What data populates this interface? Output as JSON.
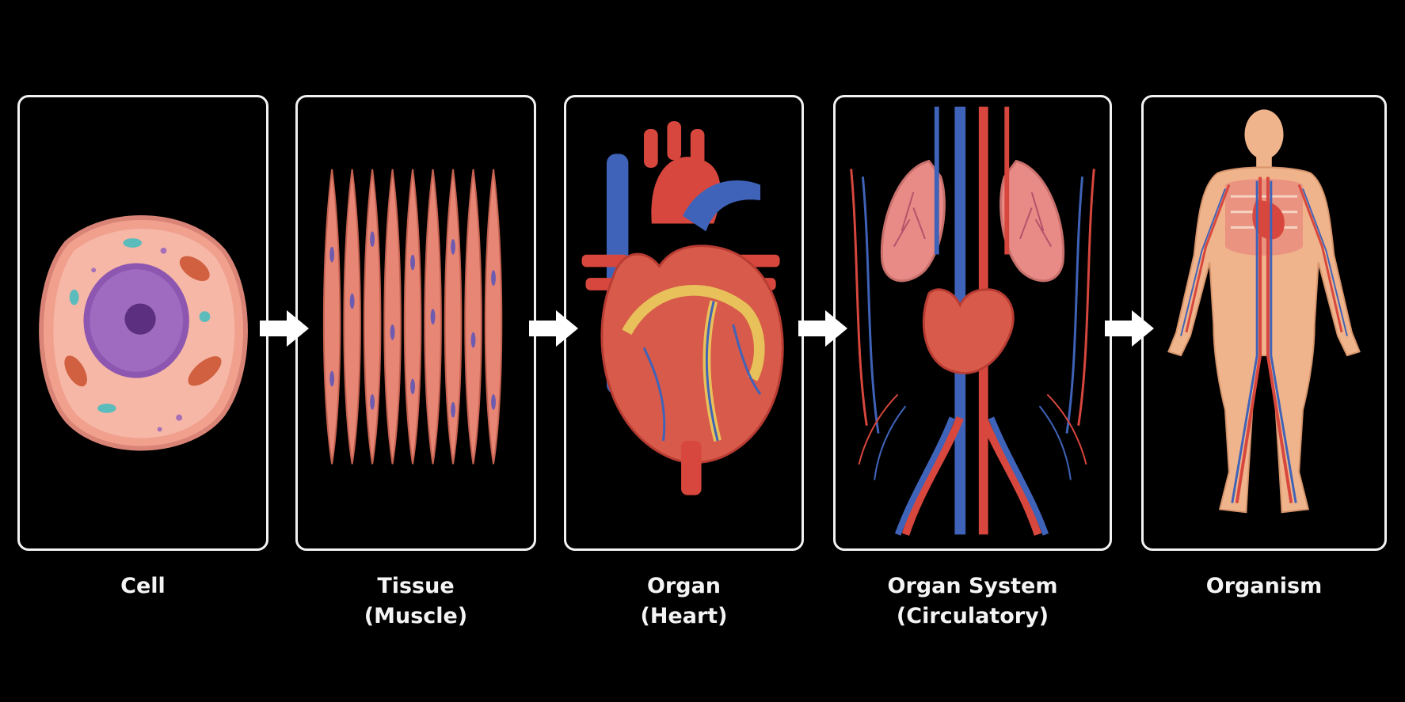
{
  "colors": {
    "background": "#000000",
    "panel_border": "#f2f2f2",
    "label_text": "#f4f4f4",
    "artery_red": "#d8473d",
    "vein_blue": "#3f63b8",
    "cell_pink": "#f1a08e",
    "nucleus_purple": "#8d56b0",
    "skin_tone": "#f0b48c",
    "lung_pink": "#e88a86"
  },
  "stages": [
    {
      "icon": "cell-icon",
      "label_lines": [
        "Cell"
      ]
    },
    {
      "icon": "muscle-tissue-icon",
      "label_lines": [
        "Tissue",
        "(Muscle)"
      ]
    },
    {
      "icon": "heart-icon",
      "label_lines": [
        "Organ",
        "(Heart)"
      ]
    },
    {
      "icon": "circulatory-system-icon",
      "label_lines": [
        "Organ System",
        "(Circulatory)"
      ]
    },
    {
      "icon": "human-body-icon",
      "label_lines": [
        "Organism"
      ]
    }
  ],
  "arrows": [
    {
      "icon": "arrow-right-icon"
    },
    {
      "icon": "arrow-right-icon"
    },
    {
      "icon": "arrow-right-icon"
    },
    {
      "icon": "arrow-right-icon"
    }
  ]
}
